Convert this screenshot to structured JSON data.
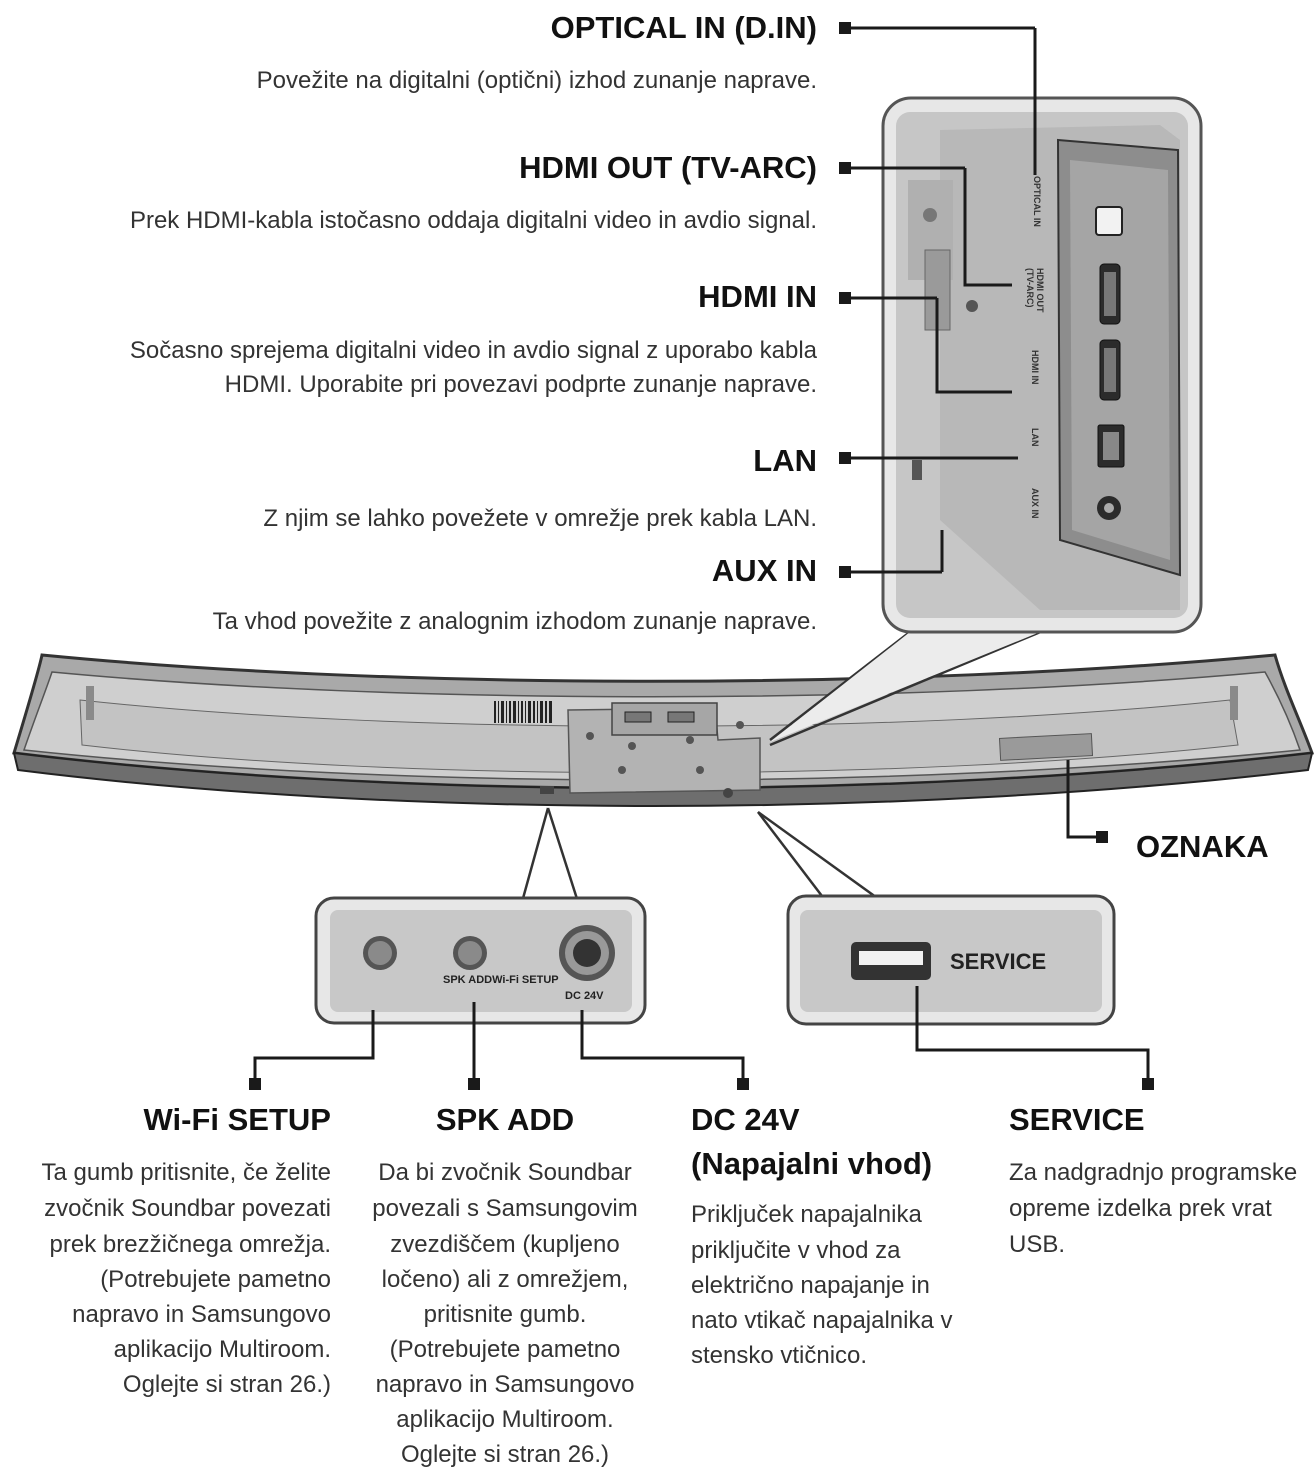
{
  "top_connectors": [
    {
      "name": "OPTICAL IN (D.IN)",
      "desc": [
        "Povežite na digitalni (optični) izhod zunanje naprave."
      ]
    },
    {
      "name": "HDMI OUT (TV-ARC)",
      "desc": [
        "Prek HDMI-kabla istočasno oddaja digitalni video in avdio signal."
      ]
    },
    {
      "name": "HDMI IN",
      "desc": [
        "Sočasno sprejema digitalni video in avdio signal z uporabo kabla",
        "HDMI. Uporabite pri povezavi podprte zunanje naprave."
      ]
    },
    {
      "name": "LAN",
      "desc": [
        "Z njim se lahko povežete v omrežje prek kabla LAN."
      ]
    },
    {
      "name": "AUX IN",
      "desc": [
        "Ta vhod povežite z analognim izhodom zunanje naprave."
      ]
    }
  ],
  "panel_labels": [
    "OPTICAL IN",
    "HDMI OUT (TV-ARC)",
    "HDMI IN",
    "LAN",
    "AUX IN"
  ],
  "oznaka": "OZNAKA",
  "bottom_panel": {
    "spk_wifi": "SPK ADDWi-Fi SETUP",
    "dc": "DC 24V",
    "service": "SERVICE"
  },
  "bottom_connectors": [
    {
      "name": [
        "Wi-Fi SETUP"
      ],
      "desc": [
        "Ta gumb pritisnite, če želite",
        "zvočnik Soundbar povezati",
        "prek brezžičnega omrežja.",
        "(Potrebujete pametno",
        "napravo in Samsungovo",
        "aplikacijo Multiroom.",
        "Oglejte si stran 26.)"
      ]
    },
    {
      "name": [
        "SPK ADD"
      ],
      "desc": [
        "Da bi zvočnik Soundbar",
        "povezali s Samsungovim",
        "zvezdiščem (kupljeno",
        "ločeno) ali z omrežjem,",
        "pritisnite gumb.",
        "(Potrebujete pametno",
        "napravo in Samsungovo",
        "aplikacijo Multiroom.",
        "Oglejte si stran 26.)"
      ]
    },
    {
      "name": [
        "DC 24V",
        "(Napajalni vhod)"
      ],
      "desc": [
        "Priključek napajalnika",
        "priključite v vhod za",
        "električno napajanje in",
        "nato vtikač napajalnika v",
        "stensko vtičnico."
      ]
    },
    {
      "name": [
        "SERVICE"
      ],
      "desc": [
        "Za nadgradnjo programske",
        "opreme izdelka prek vrat",
        "USB."
      ]
    }
  ],
  "colors": {
    "panel": "#c9c9c9",
    "panel_dark": "#8a8a8a",
    "bar": "#bdbdbd",
    "leader": "#1a1a1a"
  }
}
